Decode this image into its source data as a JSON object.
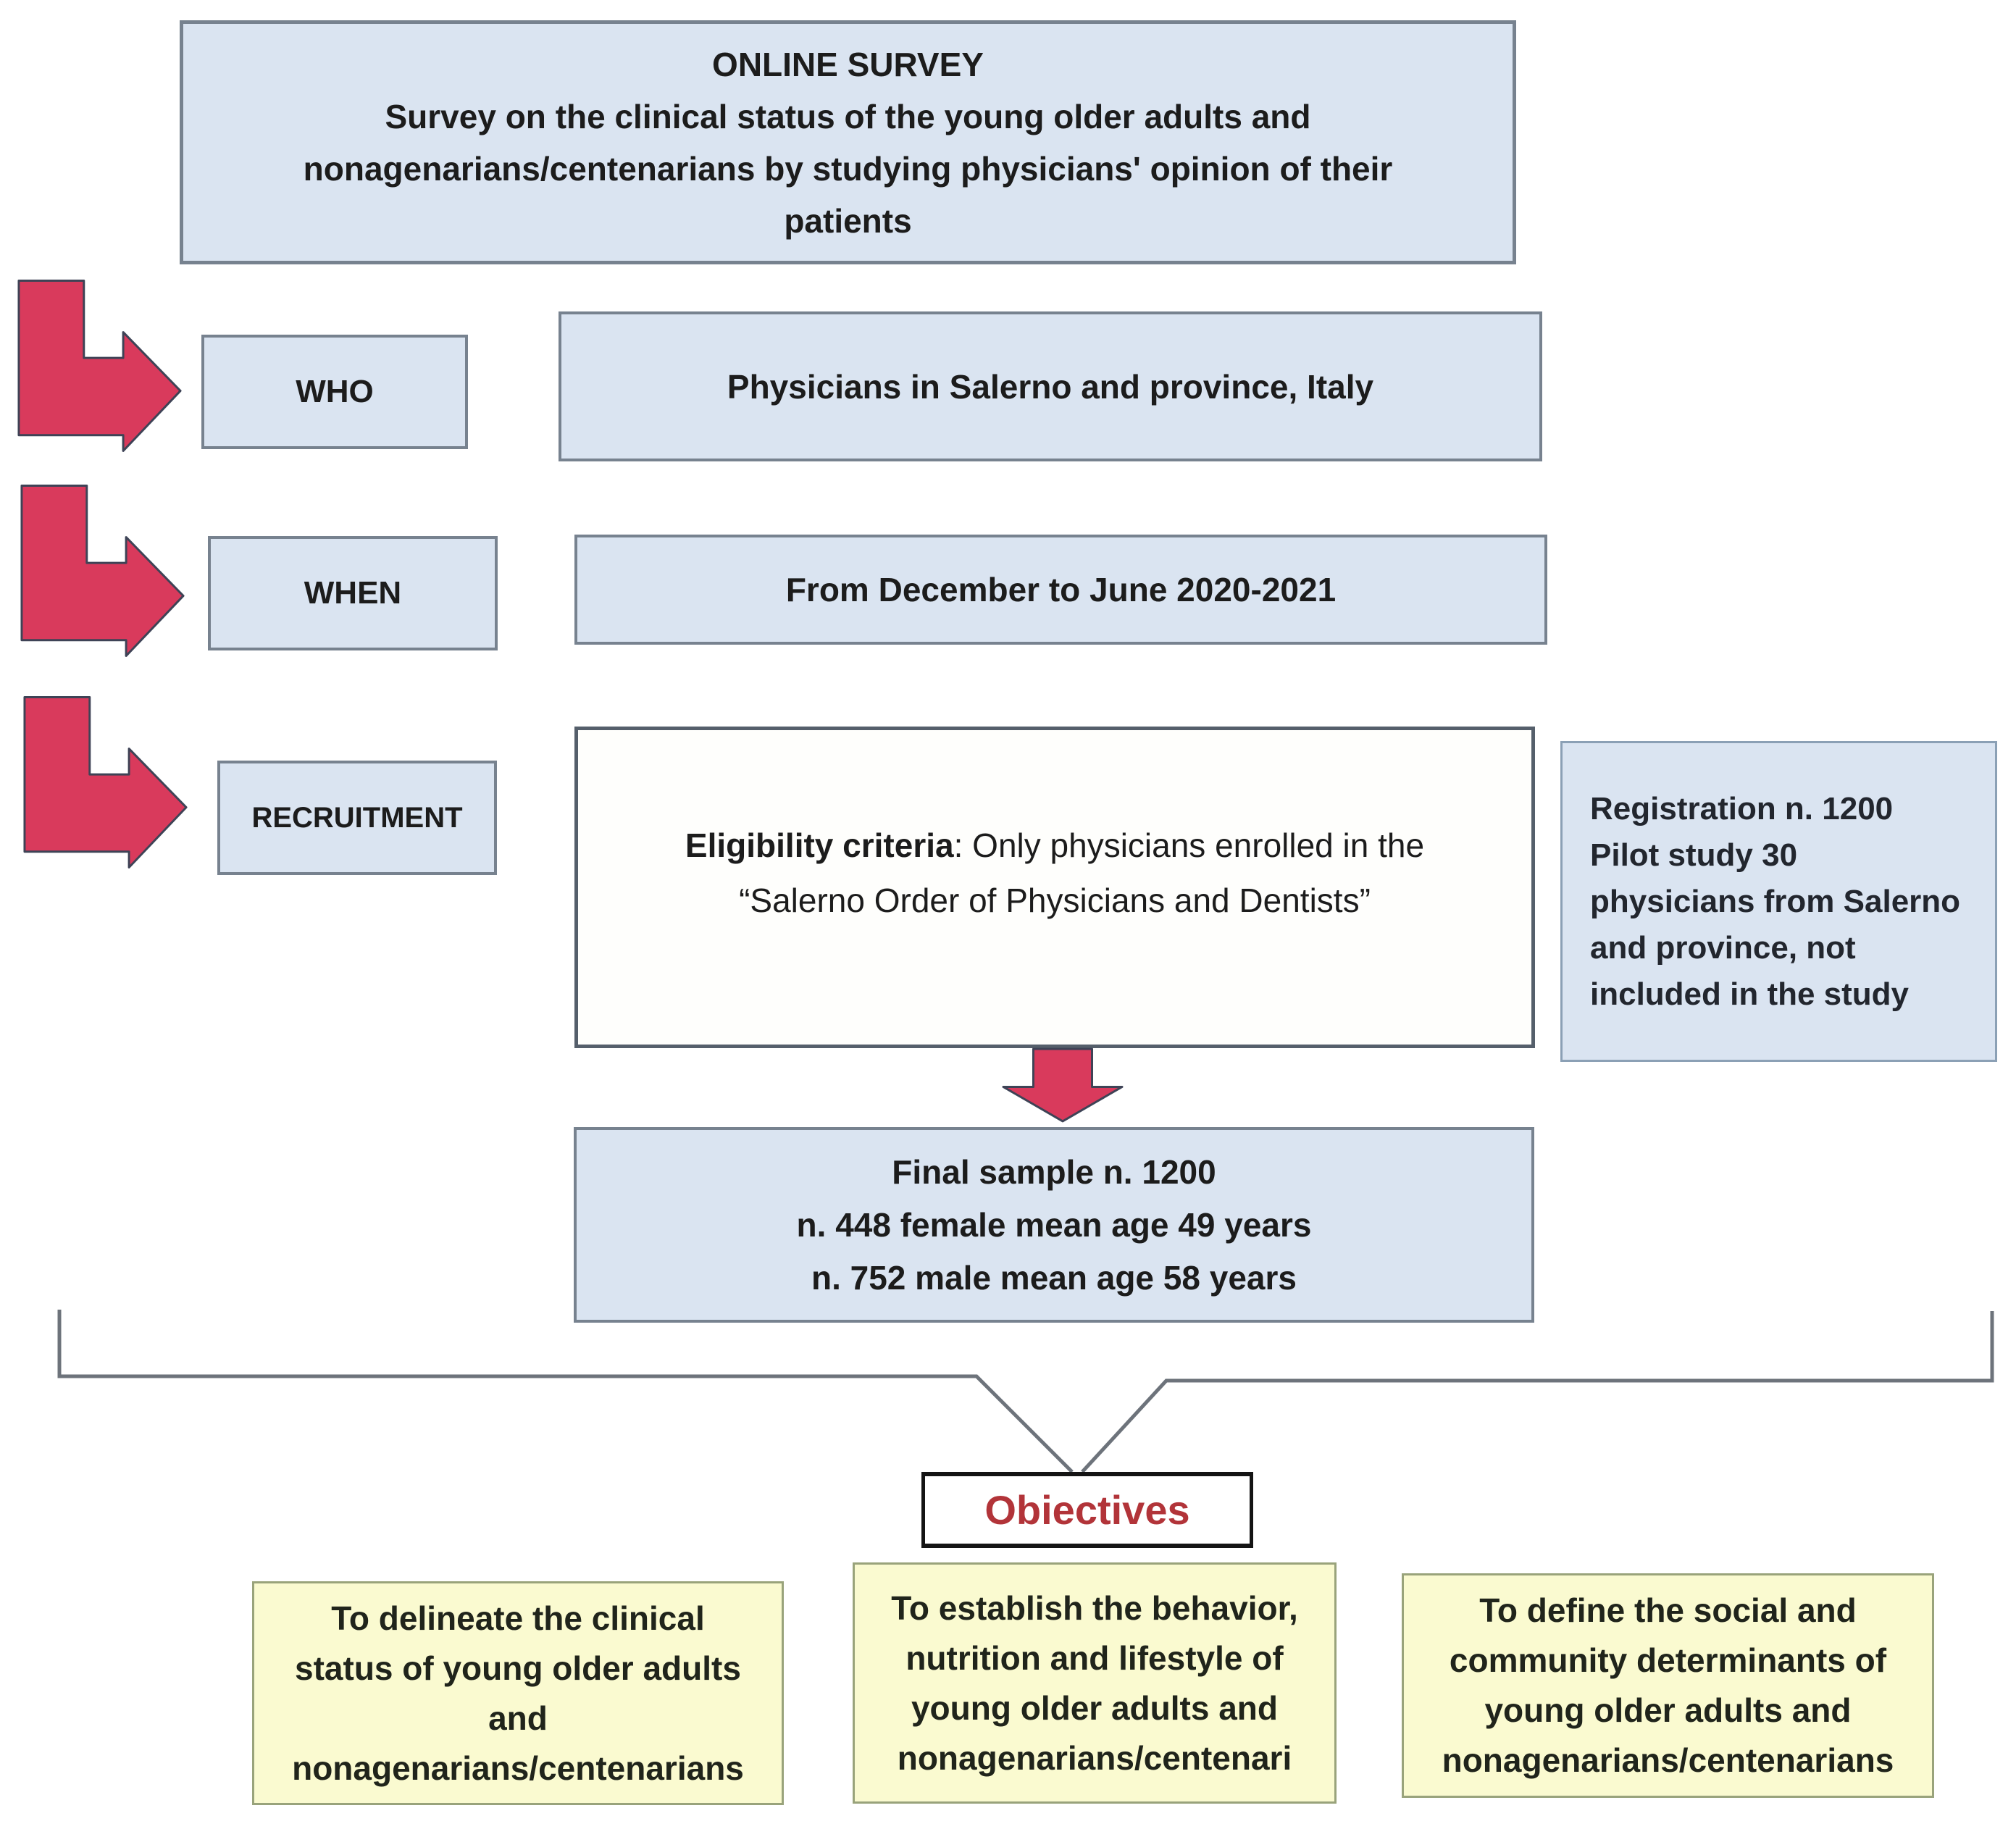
{
  "header": {
    "text": "ONLINE SURVEY\nSurvey on the clinical status of the young older adults and\nnonagenarians/centenarians by studying physicians' opinion of their\npatients"
  },
  "rows": [
    {
      "label": "WHO",
      "content": "Physicians in Salerno and province, Italy"
    },
    {
      "label": "WHEN",
      "content": "From December to June 2020-2021"
    },
    {
      "label": "RECRUITMENT",
      "eligibility_lead": "Eligibility criteria",
      "eligibility_rest": ": Only physicians enrolled in the\n“Salerno Order of Physicians and Dentists”"
    }
  ],
  "side_note": {
    "text": "Registration n. 1200\nPilot study 30\nphysicians from Salerno\nand province, not\nincluded in the study"
  },
  "final_sample": {
    "text": "Final sample n. 1200\nn. 448 female mean age 49 years\nn. 752 male mean age 58 years"
  },
  "objectives": {
    "label": "Obiectives",
    "items": [
      {
        "text": "To delineate the clinical\nstatus of young older adults\nand\nnonagenarians/centenarians"
      },
      {
        "text": "To establish the behavior,\nnutrition and lifestyle of\nyoung older adults and\nnonagenarians/centenari"
      },
      {
        "text": "To define the social and\ncommunity determinants of\nyoung older adults and\nnonagenarians/centenarians"
      }
    ]
  },
  "icons": {
    "elbow_arrow": "elbow-arrow-icon",
    "down_arrow": "down-arrow-icon",
    "bracket": "bracket-connector"
  },
  "colors": {
    "accent_red": "#d93a5c",
    "arrow_outline": "#3e4356",
    "box_blue": "#dae4f1",
    "box_yellow": "#fafad0",
    "objectives_red": "#b23439",
    "border_gray": "#77828f",
    "line_gray": "#6d737b",
    "eligibility_border": "#555f6b"
  }
}
